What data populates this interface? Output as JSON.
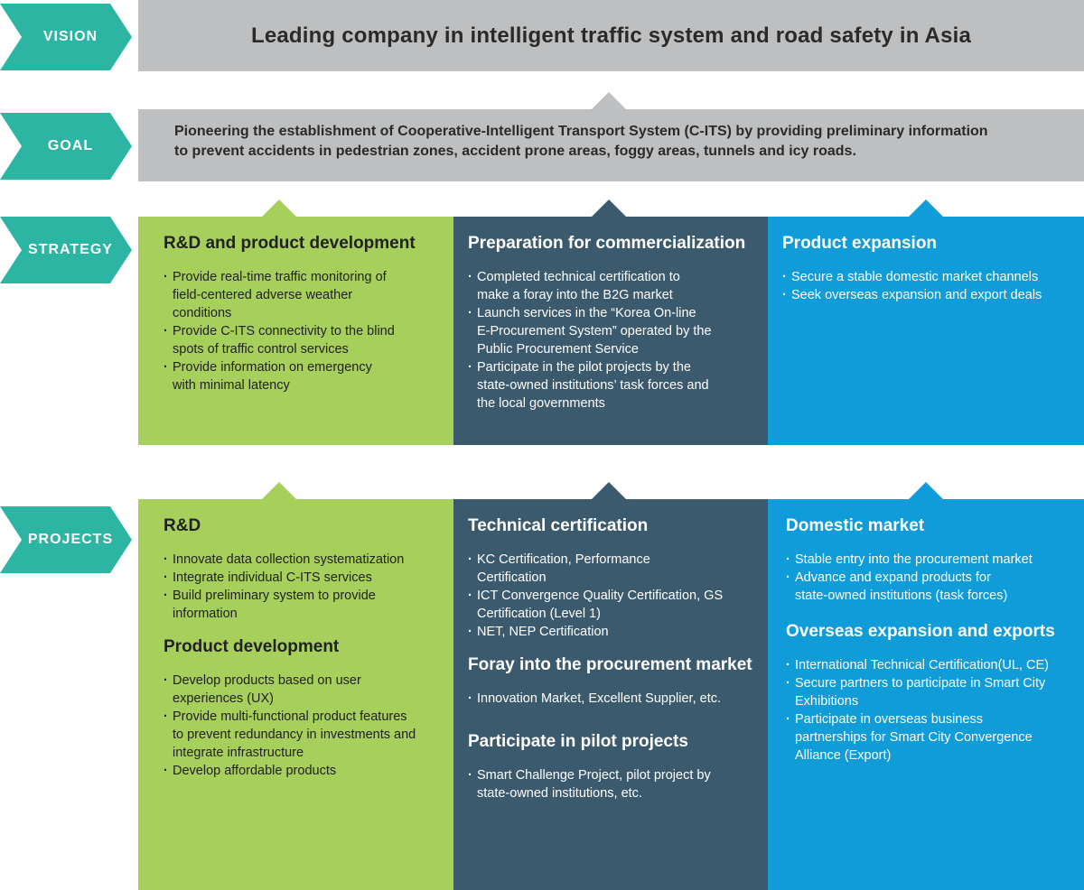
{
  "colors": {
    "teal": "#2bb5a2",
    "gray": "#bdbfc0",
    "green": "#a6cf5b",
    "slate": "#3c5a6e",
    "blue": "#109bd9"
  },
  "labels": {
    "vision": "VISION",
    "goal": "GOAL",
    "strategy": "STRATEGY",
    "projects": "PROJECTS"
  },
  "vision": {
    "text": "Leading company in intelligent traffic system and road safety in Asia"
  },
  "goal": {
    "line1": "Pioneering the establishment of Cooperative-Intelligent Transport System (C-ITS) by providing preliminary information",
    "line2": "to prevent accidents in pedestrian zones, accident prone areas, foggy areas, tunnels and icy roads."
  },
  "strategy": [
    {
      "title": "R&D and product development",
      "items": [
        [
          "Provide real-time traffic monitoring of",
          "field-centered adverse weather",
          "conditions"
        ],
        [
          "Provide C-ITS connectivity to the blind",
          "spots of traffic control services"
        ],
        [
          "Provide information on emergency",
          "with minimal latency"
        ]
      ]
    },
    {
      "title": "Preparation for commercialization",
      "items": [
        [
          "Completed technical certification to",
          "make a foray into the B2G market"
        ],
        [
          "Launch services in the “Korea On-line",
          "E-Procurement System” operated by the",
          "Public Procurement Service"
        ],
        [
          "Participate in the pilot projects by the",
          "state-owned institutions’ task forces and",
          "the local governments"
        ]
      ]
    },
    {
      "title": "Product expansion",
      "items": [
        [
          "Secure a stable domestic market channels"
        ],
        [
          "Seek overseas expansion and export deals"
        ]
      ]
    }
  ],
  "projects": [
    {
      "sections": [
        {
          "title": "R&D",
          "items": [
            [
              "Innovate data collection systematization"
            ],
            [
              "Integrate individual C-ITS services"
            ],
            [
              "Build preliminary system to provide",
              "information"
            ]
          ]
        },
        {
          "title": "Product development",
          "items": [
            [
              "Develop products based on user",
              "experiences (UX)"
            ],
            [
              "Provide multi-functional product features",
              "to prevent redundancy in investments and",
              "integrate infrastructure"
            ],
            [
              "Develop affordable products"
            ]
          ]
        }
      ]
    },
    {
      "sections": [
        {
          "title": "Technical certification",
          "items": [
            [
              "KC Certification, Performance",
              "Certification"
            ],
            [
              "ICT Convergence Quality Certification, GS",
              "Certification (Level 1)"
            ],
            [
              "NET, NEP Certification"
            ]
          ]
        },
        {
          "title": "Foray into the procurement market",
          "items": [
            [
              "Innovation Market, Excellent Supplier, etc."
            ]
          ]
        },
        {
          "title": "Participate in pilot projects",
          "items": [
            [
              "Smart Challenge Project, pilot project by",
              "state-owned institutions, etc."
            ]
          ]
        }
      ]
    },
    {
      "sections": [
        {
          "title": "Domestic market",
          "items": [
            [
              "Stable entry into the procurement market"
            ],
            [
              "Advance and expand products for",
              "state-owned institutions (task forces)"
            ]
          ]
        },
        {
          "title": "Overseas expansion and exports",
          "items": [
            [
              "International Technical Certification(UL, CE)"
            ],
            [
              "Secure partners to participate in Smart City",
              "Exhibitions"
            ],
            [
              "Participate in overseas business",
              "partnerships for Smart City Convergence",
              "Alliance (Export)"
            ]
          ]
        }
      ]
    }
  ]
}
